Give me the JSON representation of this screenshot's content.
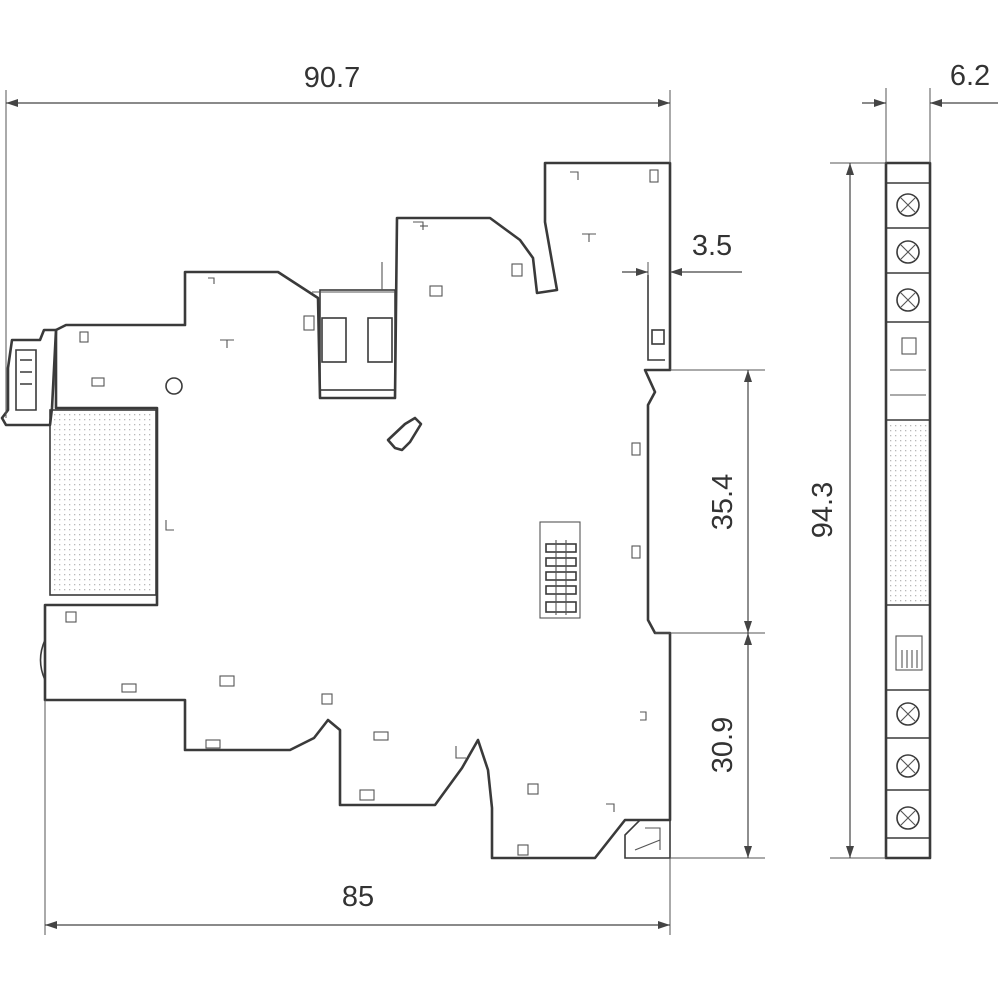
{
  "dimensions": {
    "overall_length": "90.7",
    "base_length": "85",
    "terminal_offset": "3.5",
    "rail_height": "35.4",
    "lower_height": "30.9",
    "total_height": "94.3",
    "width": "6.2"
  },
  "colors": {
    "line": "#3a3a3a",
    "dimension": "#444444",
    "background": "#ffffff"
  }
}
